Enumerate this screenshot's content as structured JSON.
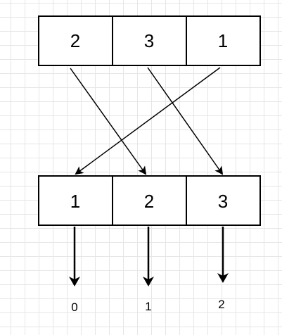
{
  "top_array": {
    "values": [
      "2",
      "3",
      "1"
    ]
  },
  "bottom_array": {
    "values": [
      "1",
      "2",
      "3"
    ]
  },
  "indices": [
    "0",
    "1",
    "2"
  ]
}
